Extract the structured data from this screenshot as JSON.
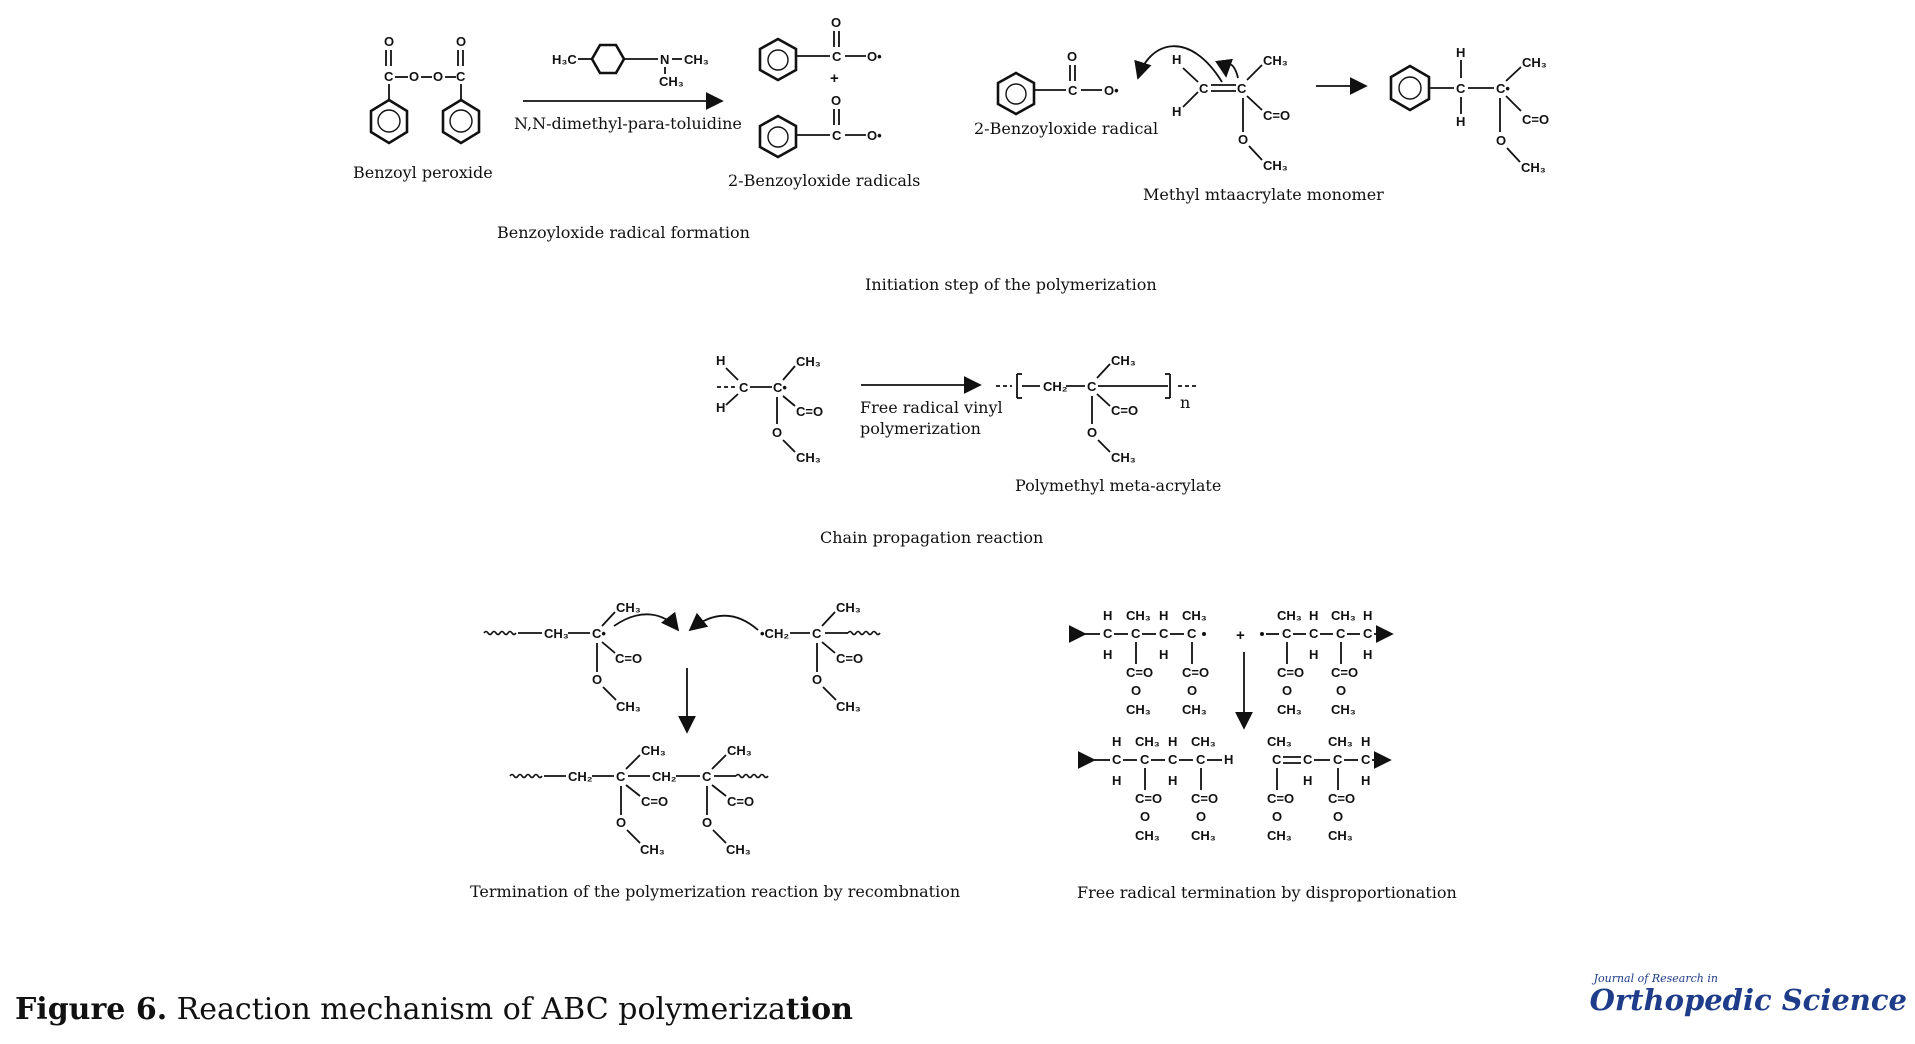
{
  "labels": {
    "benzoyl_peroxide": "Benzoyl peroxide",
    "catalyst": "N,N-dimethyl-para-toluidine",
    "radicals": "2-Benzoyloxide radicals",
    "radical_formation": "Benzoyloxide radical formation",
    "radical_single": "2-Benzoyloxide radical",
    "monomer": "Methyl mtaacrylate monomer",
    "initiation": "Initiation step of the polymerization",
    "vinyl_line1": "Free radical vinyl",
    "vinyl_line2": "polymerization",
    "pmma": "Polymethyl meta-acrylate",
    "propagation": "Chain propagation reaction",
    "recombination": "Termination of the polymerization reaction by recombnation",
    "disproportionation": "Free radical termination by disproportionation"
  },
  "atoms": {
    "C": "C",
    "O": "O",
    "H": "H",
    "CH3": "CH₃",
    "CH2": "CH₂",
    "H3C": "H₃C",
    "N": "N",
    "carbonyl": "C=O",
    "radical_c": "C•",
    "radical_o": "O•",
    "radical_ch2": "•CH₂",
    "plus": "+",
    "n": "n",
    "peroxide": "O-O",
    "ch3_chain": "CH₃-C",
    "h_chain": "H"
  },
  "caption": {
    "figure_number": "Figure 6.",
    "text": " Reaction mechanism of ABC polymeriza",
    "text_end": "tion"
  },
  "journal": {
    "line1": "Journal of Research in",
    "line2": "Orthopedic Science"
  },
  "colors": {
    "text": "#111111",
    "journal_blue": "#1f3c8a"
  }
}
